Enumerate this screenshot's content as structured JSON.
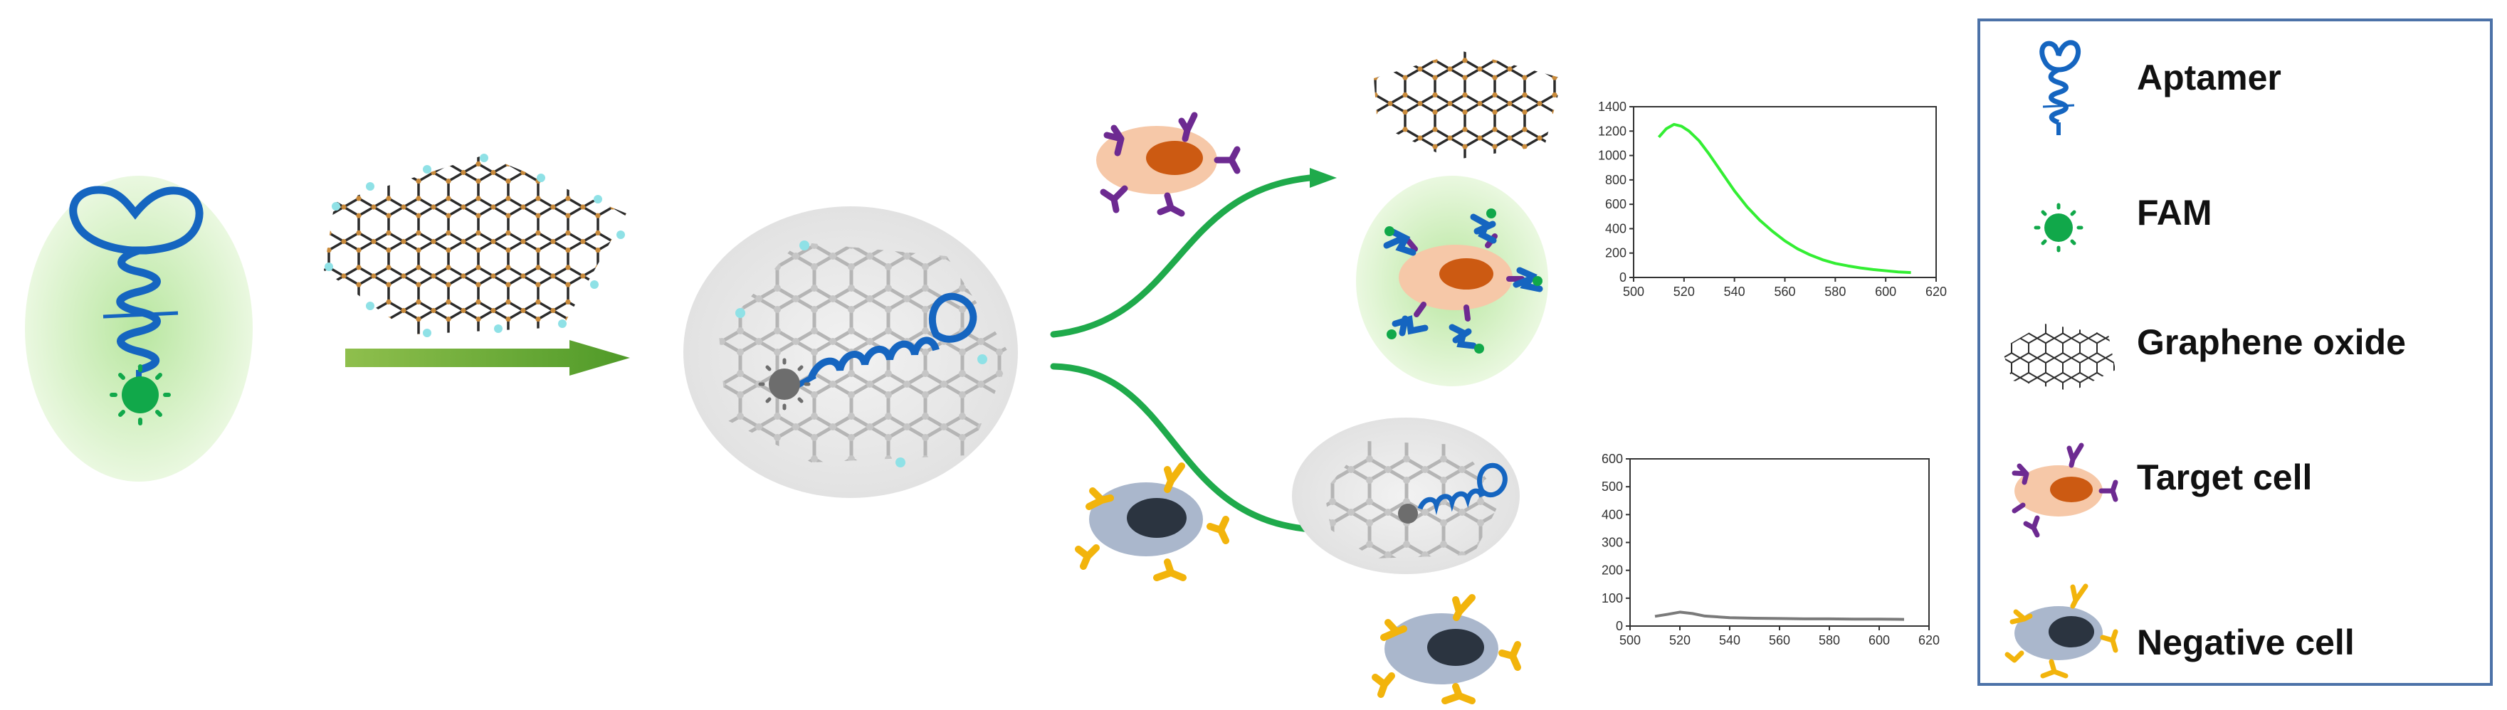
{
  "legend": {
    "items": [
      {
        "label": "Aptamer",
        "icon": "aptamer-icon"
      },
      {
        "label": "FAM",
        "icon": "fam-icon"
      },
      {
        "label": "Graphene oxide",
        "icon": "graphene-oxide-icon"
      },
      {
        "label": "Target cell",
        "icon": "target-cell-icon"
      },
      {
        "label": "Negative cell",
        "icon": "negative-cell-icon"
      }
    ],
    "border_color": "#4c72a8"
  },
  "colors": {
    "aptamer": "#1565c0",
    "fam": "#11a84a",
    "arrow_green": "#1faa4b",
    "target_nucleus": "#cc5a12",
    "target_body": "#f6c8a8",
    "target_receptor": "#6d2a91",
    "negative_body": "#aab7cc",
    "negative_nucleus": "#2b3440",
    "negative_receptor": "#f2b40c",
    "curve_on": "#33ee33",
    "curve_off": "#7a7a7a"
  },
  "chart_data": [
    {
      "type": "line",
      "name_hint": "",
      "xlim": [
        500,
        620
      ],
      "ylim": [
        0,
        1400
      ],
      "xticks": [
        500,
        520,
        540,
        560,
        580,
        600,
        620
      ],
      "yticks": [
        0,
        200,
        400,
        600,
        800,
        1000,
        1200,
        1400
      ],
      "x": [
        510,
        513,
        516,
        519,
        522,
        526,
        530,
        535,
        540,
        545,
        550,
        555,
        560,
        565,
        570,
        575,
        580,
        585,
        590,
        595,
        600,
        605,
        610
      ],
      "y": [
        1150,
        1220,
        1255,
        1240,
        1200,
        1120,
        1010,
        860,
        710,
        580,
        470,
        380,
        300,
        235,
        185,
        145,
        115,
        95,
        78,
        65,
        55,
        45,
        40
      ],
      "color": "#33ee33"
    },
    {
      "type": "line",
      "name_hint": "",
      "xlim": [
        500,
        620
      ],
      "ylim": [
        0,
        600
      ],
      "xticks": [
        500,
        520,
        540,
        560,
        580,
        600,
        620
      ],
      "yticks": [
        0,
        100,
        200,
        300,
        400,
        500,
        600
      ],
      "x": [
        510,
        515,
        520,
        525,
        530,
        540,
        550,
        560,
        570,
        580,
        590,
        600,
        610
      ],
      "y": [
        35,
        42,
        50,
        45,
        36,
        30,
        28,
        27,
        26,
        26,
        25,
        25,
        24
      ],
      "color": "#7a7a7a"
    }
  ]
}
